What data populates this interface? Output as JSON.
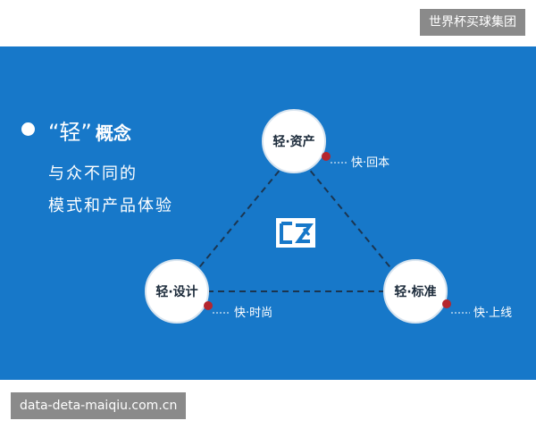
{
  "watermark_top": "世界杯买球集团",
  "watermark_bottom": "data-deta-maiqiu.com.cn",
  "heading": {
    "quoted": "“轻”",
    "concept": "概念"
  },
  "subtext": {
    "line1": "与众不同的",
    "line2": "模式和产品体验"
  },
  "nodes": {
    "assets": {
      "label": "轻·资产",
      "annotation": "快·回本"
    },
    "design": {
      "label": "轻·设计",
      "annotation": "快·时尚"
    },
    "standard": {
      "label": "轻·标准",
      "annotation": "快·上线"
    }
  },
  "colors": {
    "panel": "#1778c9",
    "node": "#ffffff",
    "accent_dot": "#b5262e",
    "dashed_line": "#1b3550"
  },
  "logo_icon": "brand-logo-icon"
}
